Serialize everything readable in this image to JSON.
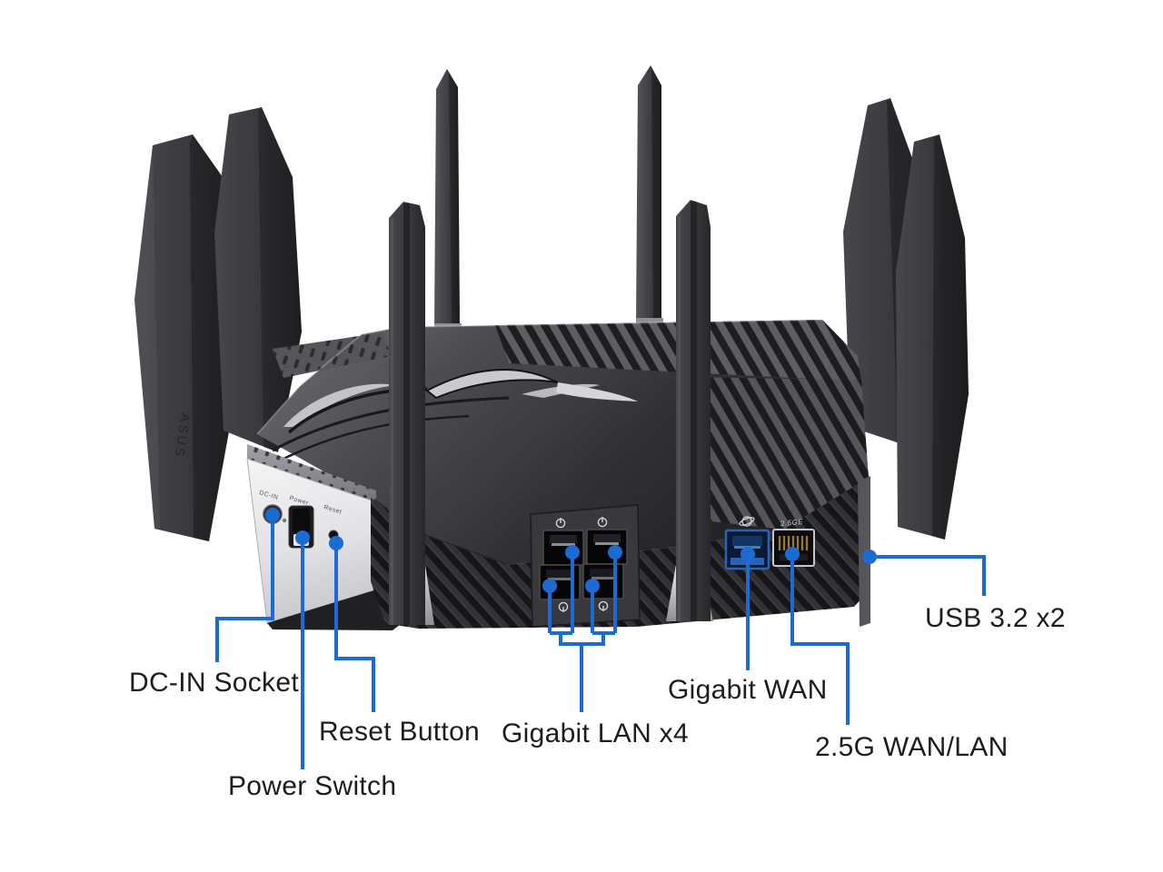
{
  "background_color": "#ffffff",
  "illustration": {
    "description": "ASUS ROG eight-antenna gaming router, rear three-quarter view",
    "brand_text": "ASUS",
    "accent_color": "#1c6bd2",
    "panel_labels": {
      "dc_in": "DC-IN",
      "power": "Power",
      "reset": "Reset",
      "port_2_5ge": "2.5GE"
    },
    "icons": {
      "wan": "globe-icon",
      "lan": "power-circle-icon"
    }
  },
  "callouts": [
    {
      "id": "dc-in-socket",
      "label": "DC-IN Socket"
    },
    {
      "id": "power-switch",
      "label": "Power Switch"
    },
    {
      "id": "reset-button",
      "label": "Reset Button"
    },
    {
      "id": "gigabit-lan",
      "label": "Gigabit LAN x4"
    },
    {
      "id": "gigabit-wan",
      "label": "Gigabit WAN"
    },
    {
      "id": "wan-2-5g",
      "label": "2.5G WAN/LAN"
    },
    {
      "id": "usb-3-2",
      "label": "USB 3.2 x2"
    }
  ]
}
